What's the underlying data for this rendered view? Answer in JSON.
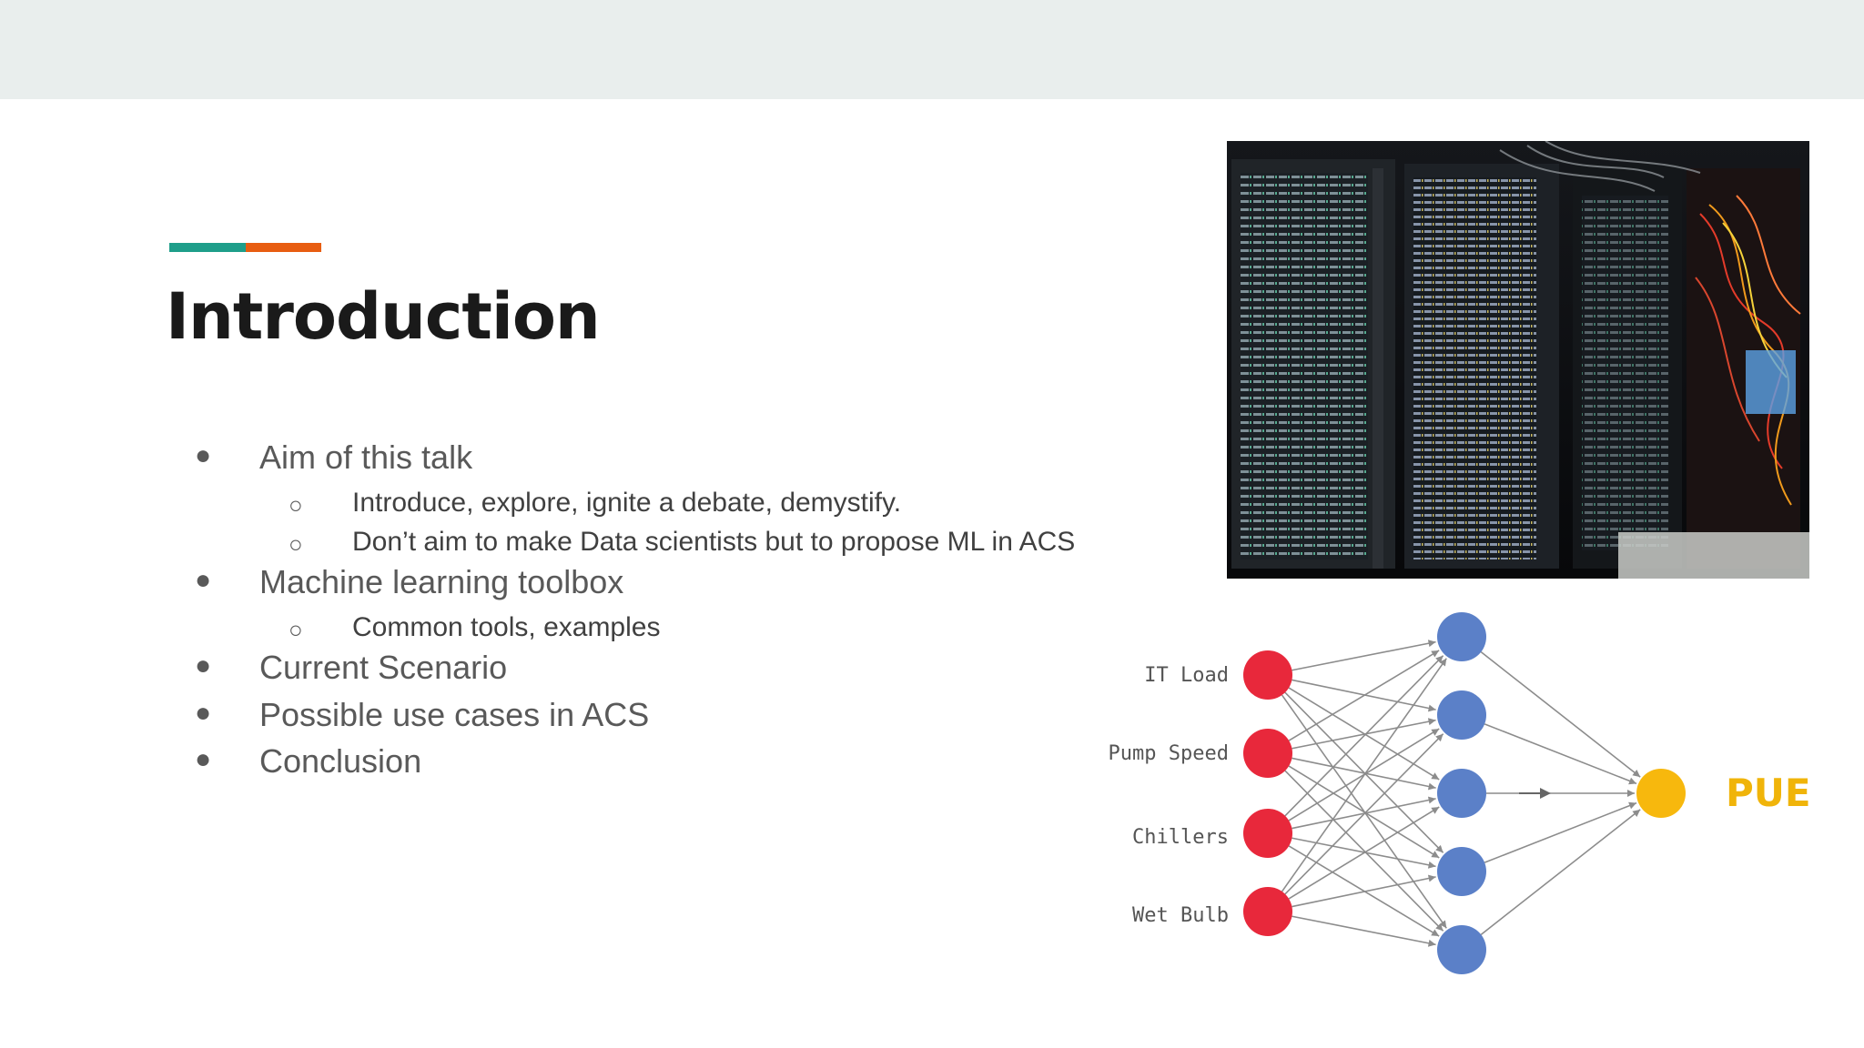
{
  "slide": {
    "title": "Introduction",
    "accent_colors": [
      "#1e9e8a",
      "#e85d11"
    ],
    "header_band_color": "#e9eeed"
  },
  "bullets": [
    {
      "level": 1,
      "text": "Aim of this talk"
    },
    {
      "level": 2,
      "text": "Introduce, explore, ignite a debate, demystify."
    },
    {
      "level": 2,
      "text": "Don’t aim to make Data scientists but to propose ML in ACS"
    },
    {
      "level": 1,
      "text": "Machine learning toolbox"
    },
    {
      "level": 2,
      "text": "Common tools, examples"
    },
    {
      "level": 1,
      "text": "Current Scenario"
    },
    {
      "level": 1,
      "text": "Possible use cases in ACS"
    },
    {
      "level": 1,
      "text": "Conclusion"
    }
  ],
  "bullet_markers": {
    "level1": "●",
    "level2": "○"
  },
  "photo": {
    "icon": "server-rack-photo"
  },
  "network": {
    "inputs": [
      "IT Load",
      "Pump Speed",
      "Chillers",
      "Wet Bulb"
    ],
    "hidden_count": 5,
    "output_label": "PUE",
    "colors": {
      "input": "#e8283b",
      "hidden": "#5b80c8",
      "output": "#f7b80d",
      "edge": "#8c8c8c",
      "label": "#555555",
      "output_label": "#f0b40a"
    }
  }
}
